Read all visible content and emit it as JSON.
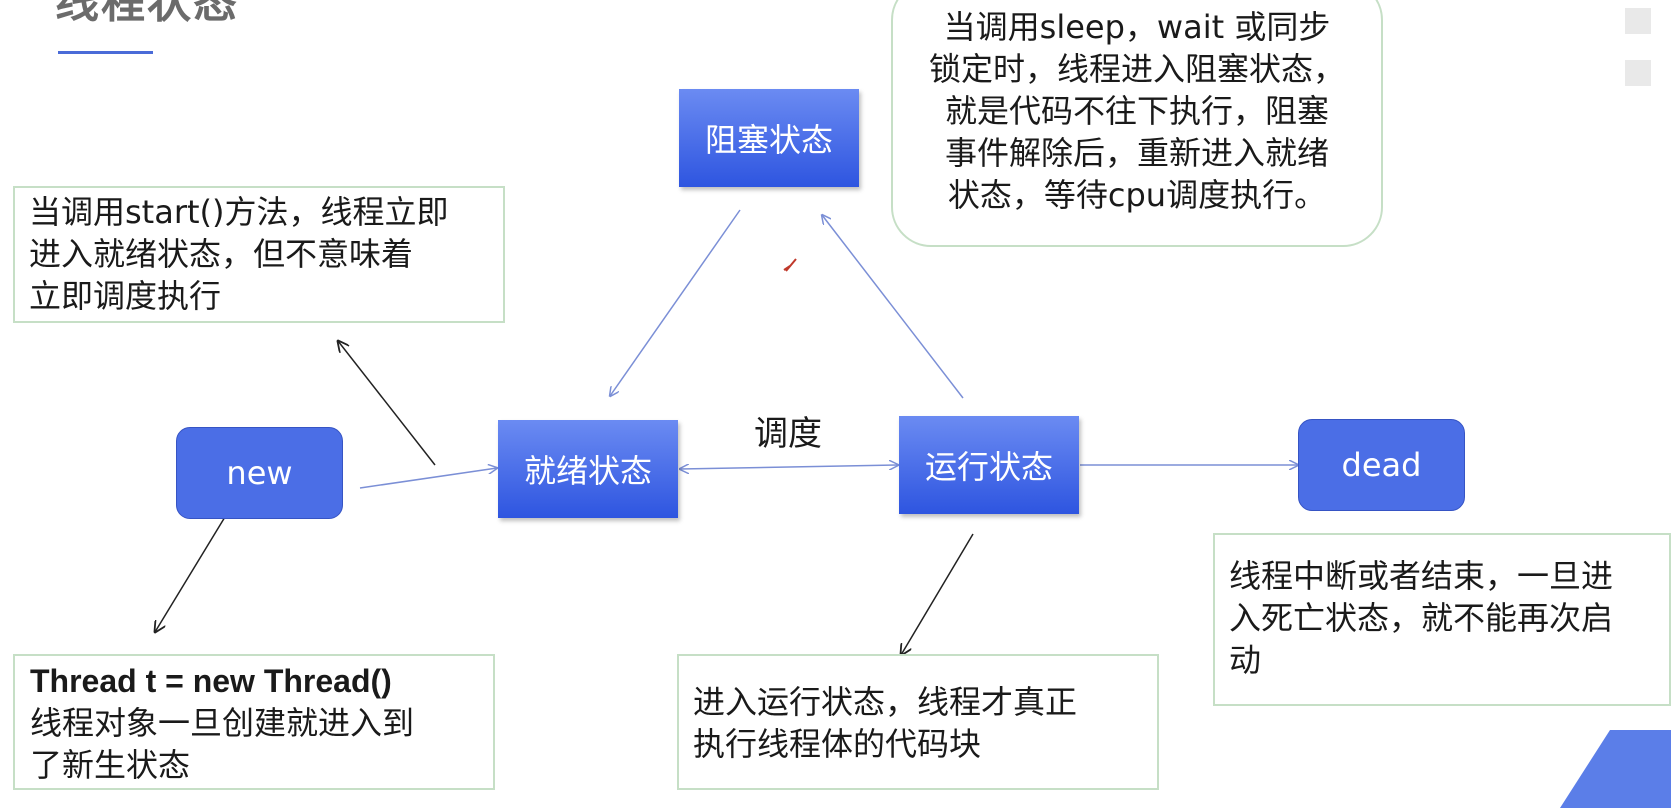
{
  "title": "线程状态",
  "states": {
    "new": "new",
    "ready": "就绪状态",
    "running": "运行状态",
    "blocked": "阻塞状态",
    "dead": "dead"
  },
  "edge_label_schedule": "调度",
  "notes": {
    "start": [
      "当调用start()方法，线程立即",
      "进入就绪状态，但不意味着",
      "立即调度执行"
    ],
    "new_code": "Thread t = new Thread()",
    "new_desc": [
      "线程对象一旦创建就进入到",
      "了新生状态"
    ],
    "running": [
      "进入运行状态，线程才真正",
      "执行线程体的代码块"
    ],
    "dead": [
      "线程中断或者结束，一旦进",
      "入死亡状态，就不能再次启",
      "动"
    ],
    "blocked": [
      "当调用sleep，wait 或同步",
      "锁定时，线程进入阻塞状态，",
      "就是代码不往下执行，阻塞",
      "事件解除后，重新进入就绪",
      "状态，等待cpu调度执行。"
    ]
  },
  "colors": {
    "state_fill": "#3d62e4",
    "note_border": "#c6dfc6",
    "arrow_blue": "#7b8fd6",
    "arrow_black": "#222222"
  }
}
